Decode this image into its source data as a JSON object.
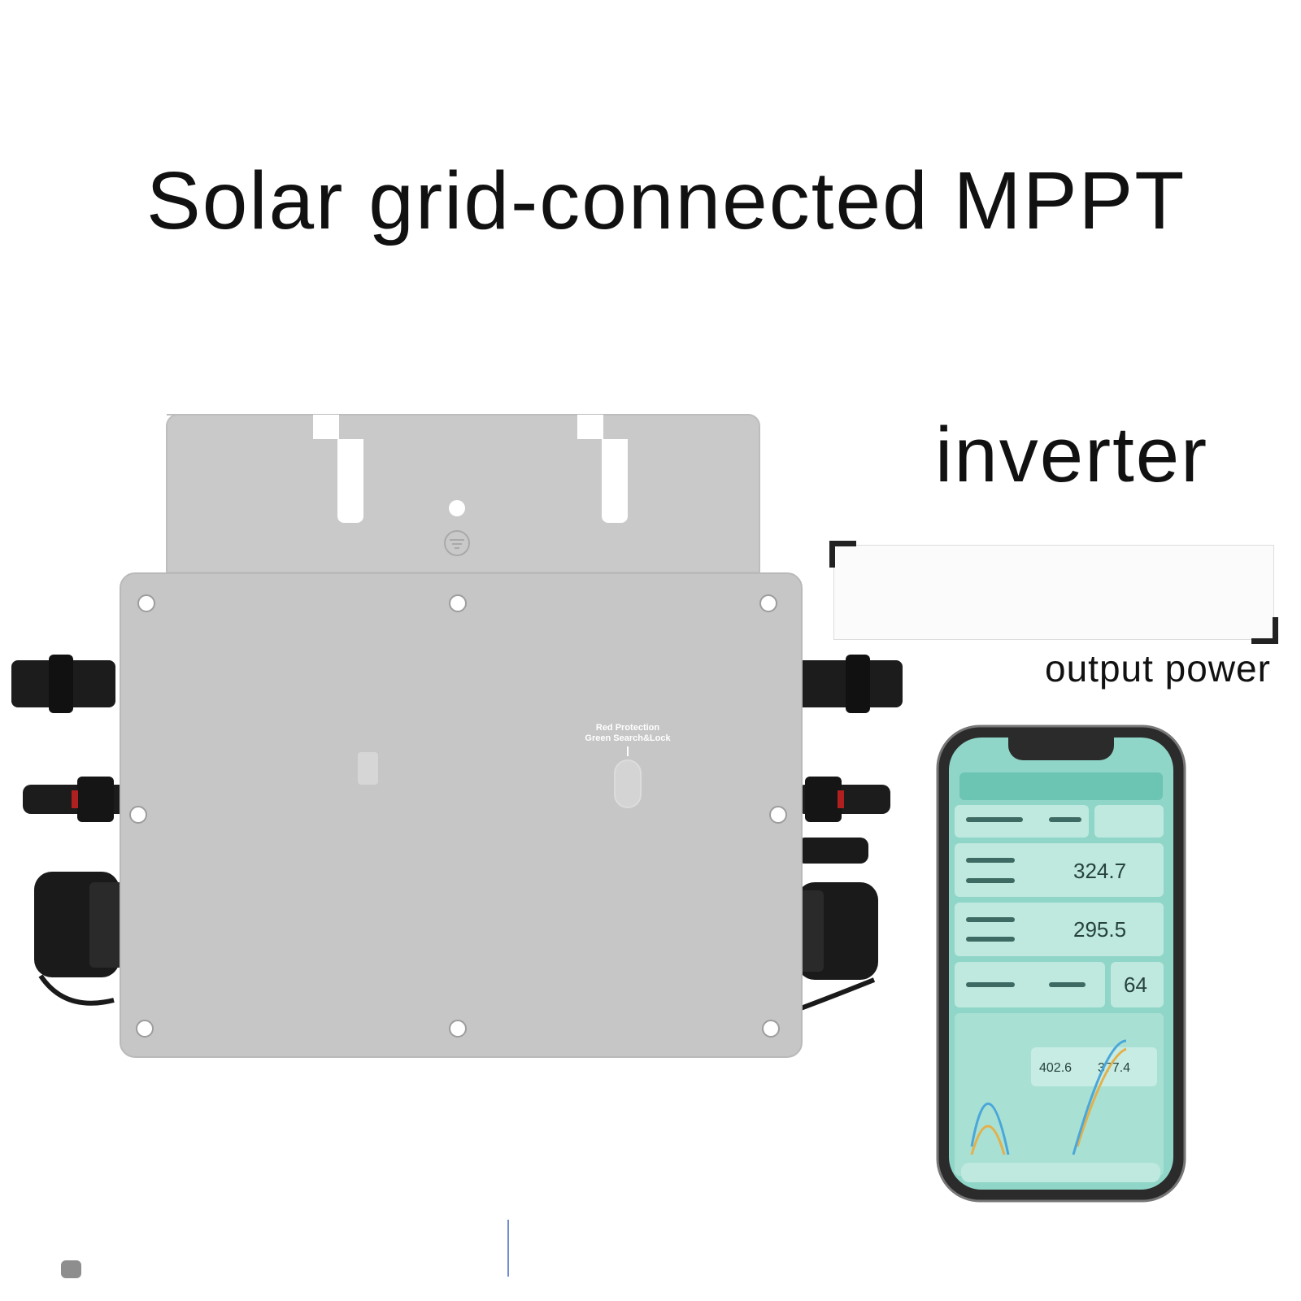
{
  "title": "Solar grid-connected MPPT",
  "subtitle": "inverter",
  "caption": "output power",
  "device": {
    "label_line1": "Red Protection",
    "label_line2": "Green Search&Lock"
  },
  "phone": {
    "readings": {
      "pv_power": "324.7",
      "ac_power": "295.5",
      "temperature": "64",
      "stat_1": "402.6",
      "stat_2": "377.4"
    }
  },
  "colors": {
    "body": "#c6c6c6",
    "phone_screen": "#8fd6c8",
    "phone_frame": "#2b2b2b"
  }
}
